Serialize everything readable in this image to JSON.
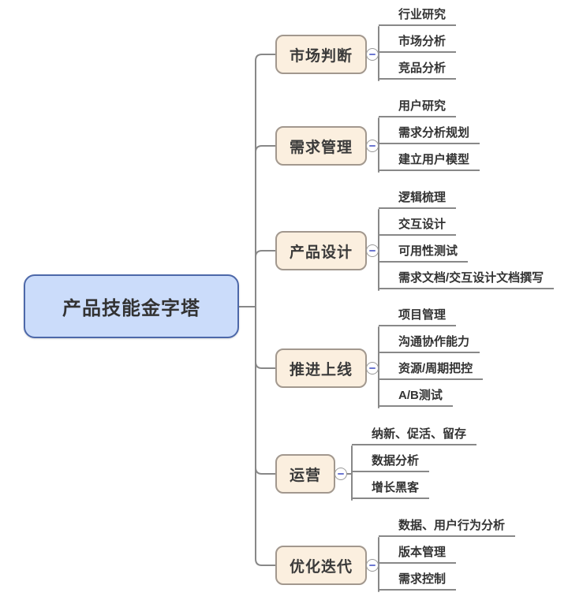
{
  "root": {
    "label": "产品技能金字塔"
  },
  "branches": [
    {
      "label": "市场判断",
      "children": [
        "行业研究",
        "市场分析",
        "竞品分析"
      ]
    },
    {
      "label": "需求管理",
      "children": [
        "用户研究",
        "需求分析规划",
        "建立用户模型"
      ]
    },
    {
      "label": "产品设计",
      "children": [
        "逻辑梳理",
        "交互设计",
        "可用性测试",
        "需求文档/交互设计文档撰写"
      ]
    },
    {
      "label": "推进上线",
      "children": [
        "项目管理",
        "沟通协作能力",
        "资源/周期把控",
        "A/B测试"
      ]
    },
    {
      "label": "运营",
      "children": [
        "纳新、促活、留存",
        "数据分析",
        "增长黑客"
      ]
    },
    {
      "label": "优化迭代",
      "children": [
        "数据、用户行为分析",
        "版本管理",
        "需求控制"
      ]
    }
  ],
  "colors": {
    "root_fill": "#cbdcfa",
    "root_border": "#4d68a9",
    "branch_fill": "#fbefdf",
    "branch_border": "#a2988e",
    "line": "#888888",
    "text": "#333333",
    "minus": "#6c77d1",
    "bg": "#ffffff"
  }
}
